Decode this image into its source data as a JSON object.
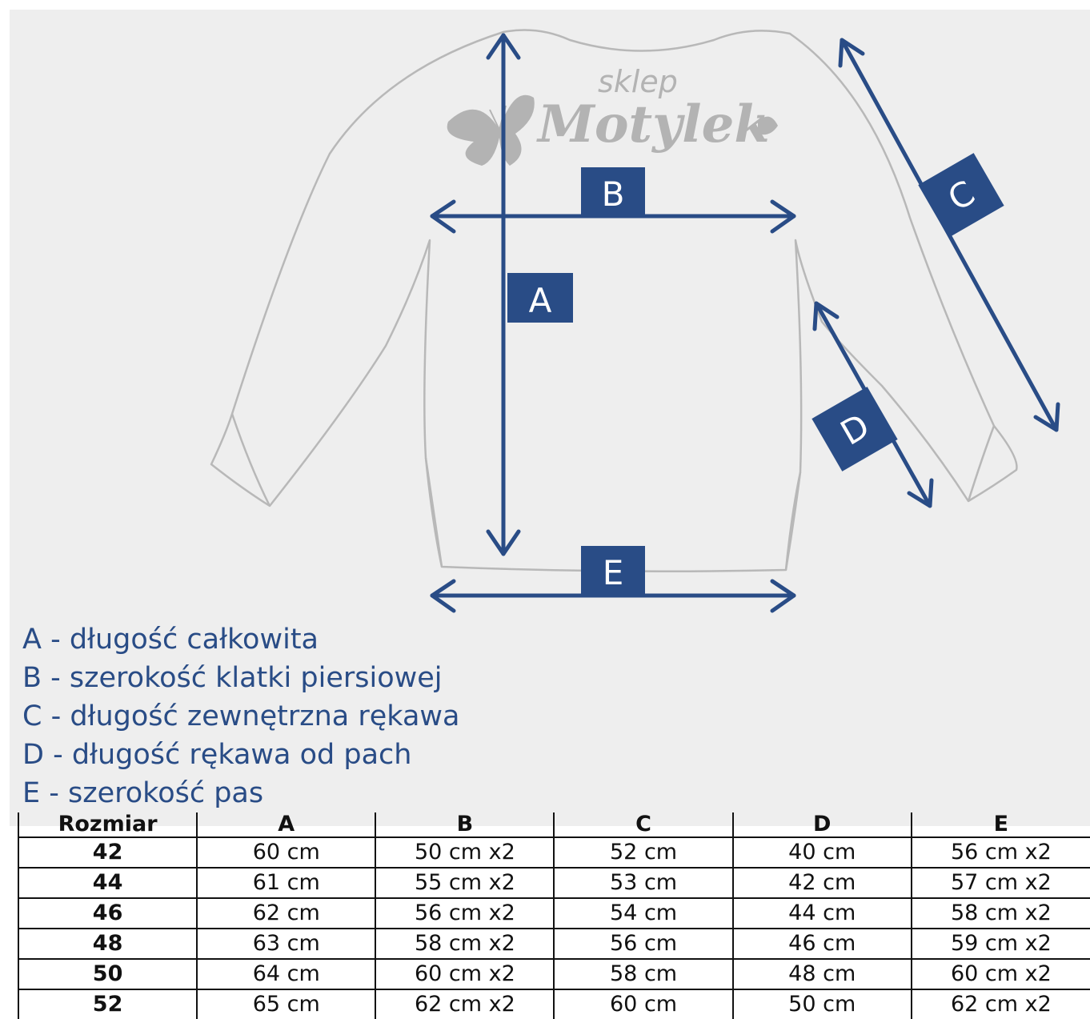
{
  "diagram": {
    "labels": {
      "a": "A",
      "b": "B",
      "c": "C",
      "d": "D",
      "e": "E"
    },
    "watermark": {
      "top": "sklep",
      "main": "Motylek"
    },
    "colors": {
      "accent": "#294c86",
      "outline": "#b8b8b8",
      "background": "#eeeeee",
      "watermark": "#b3b3b3"
    }
  },
  "legend": [
    "A - długość całkowita",
    "B  - szerokość klatki piersiowej",
    "C - długość zewnętrzna rękawa",
    "D - długość rękawa od pach",
    "E  - szerokość pas"
  ],
  "table": {
    "headers": [
      "Rozmiar",
      "A",
      "B",
      "C",
      "D",
      "E"
    ],
    "rows": [
      [
        "42",
        "60 cm",
        "50 cm x2",
        "52 cm",
        "40 cm",
        "56 cm x2"
      ],
      [
        "44",
        "61 cm",
        "55 cm x2",
        "53 cm",
        "42 cm",
        "57 cm x2"
      ],
      [
        "46",
        "62 cm",
        "56 cm x2",
        "54 cm",
        "44 cm",
        "58 cm x2"
      ],
      [
        "48",
        "63 cm",
        "58 cm x2",
        "56 cm",
        "46 cm",
        "59 cm x2"
      ],
      [
        "50",
        "64 cm",
        "60 cm x2",
        "58 cm",
        "48 cm",
        "60 cm x2"
      ],
      [
        "52",
        "65 cm",
        "62 cm x2",
        "60 cm",
        "50 cm",
        "62 cm x2"
      ]
    ]
  }
}
